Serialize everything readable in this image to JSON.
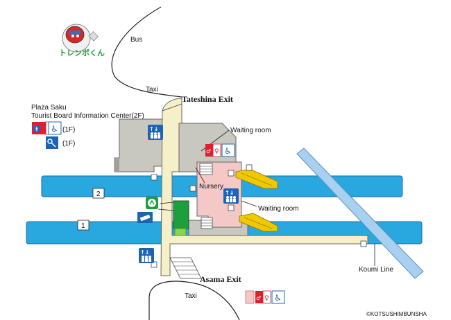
{
  "labels": {
    "bus": "Bus",
    "taxi_top": "Taxi",
    "tateshina_exit": "Tateshina Exit",
    "info_center_line1": "Plaza Saku",
    "info_center_line2": "Tourist Board Information Center(2F)",
    "floor_1f_a": "(1F)",
    "floor_1f_b": "(1F)",
    "waiting_room_top": "Waiting room",
    "nursery": "Nursery",
    "waiting_room_bottom": "Waiting room",
    "track_2": "2",
    "track_1": "1",
    "koumi_line": "Koumi Line",
    "asama_exit": "Asama Exit",
    "taxi_bottom": "Taxi",
    "copyright": "©KOTSUSHIMBUNSHA",
    "logo_text": "トレンボくん"
  },
  "colors": {
    "track": "#29a8e0",
    "building_gray": "#c8c8c0",
    "concourse": "#f5f0c8",
    "pink_area": "#f5c8c8",
    "stairs_yellow": "#f0c800",
    "green_area": "#1e9e3c",
    "koumi_track": "#a8d0f0",
    "restroom_red": "#e01e2d",
    "icon_blue": "#1e64b4"
  },
  "icons": [
    "elevator-icon",
    "restroom-icon",
    "accessible-icon",
    "key-icon",
    "escalator-icon",
    "ticket-icon",
    "baby-icon"
  ]
}
